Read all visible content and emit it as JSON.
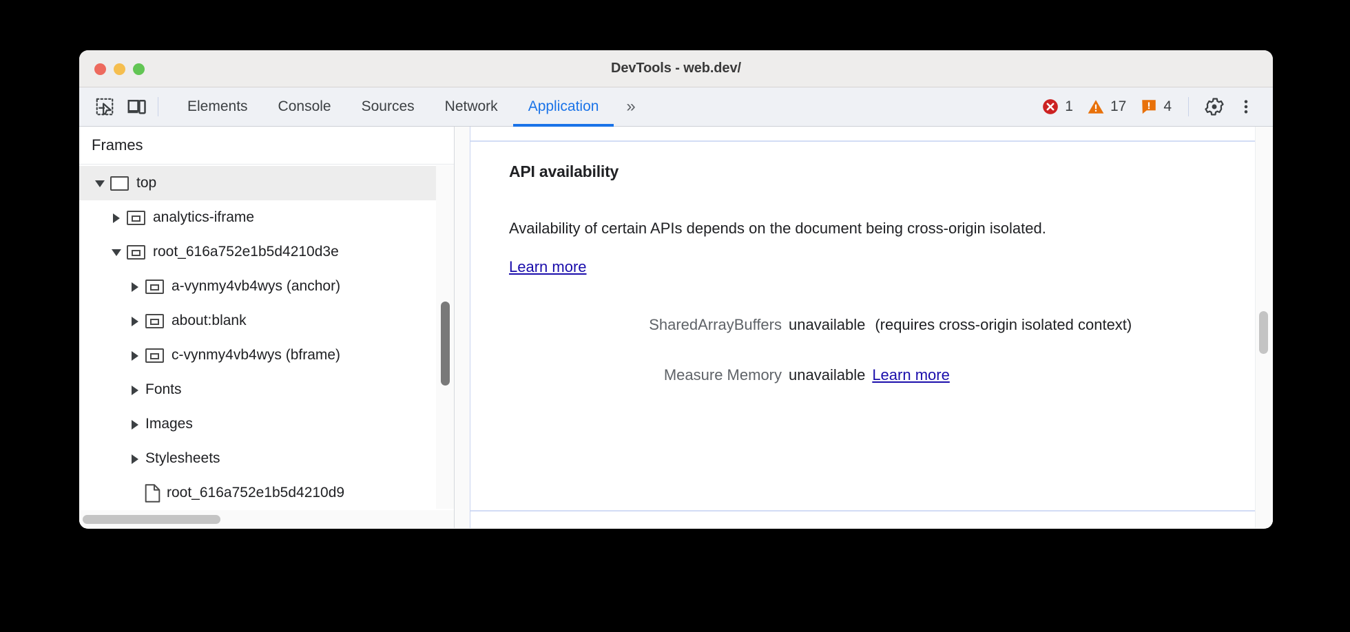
{
  "window": {
    "title": "DevTools - web.dev/",
    "traffic_lights": [
      {
        "name": "close",
        "color": "#ed6a5e"
      },
      {
        "name": "minimize",
        "color": "#f5be4f"
      },
      {
        "name": "zoom",
        "color": "#62c554"
      }
    ]
  },
  "toolbar": {
    "inspect_icon": "inspect-element-icon",
    "device_icon": "device-toolbar-icon",
    "tabs": [
      {
        "label": "Elements",
        "active": false
      },
      {
        "label": "Console",
        "active": false
      },
      {
        "label": "Sources",
        "active": false
      },
      {
        "label": "Network",
        "active": false
      },
      {
        "label": "Application",
        "active": true
      }
    ],
    "more_tabs_label": "»",
    "counters": [
      {
        "name": "errors",
        "icon": "error-icon",
        "count": "1",
        "color": "#cc2222"
      },
      {
        "name": "warnings",
        "icon": "warning-icon",
        "count": "17",
        "color": "#e8710a"
      },
      {
        "name": "issues",
        "icon": "issue-icon",
        "count": "4",
        "color": "#e8710a"
      }
    ],
    "settings_icon": "gear-icon",
    "menu_icon": "kebab-menu-icon",
    "accent_color": "#1a73e8"
  },
  "sidebar": {
    "header": "Frames",
    "tree": [
      {
        "label": "top",
        "depth": 0,
        "twisty": "open",
        "icon": "frame-icon",
        "selected": true
      },
      {
        "label": "analytics-iframe",
        "depth": 1,
        "twisty": "closed",
        "icon": "frame-child-icon",
        "selected": false
      },
      {
        "label": "root_616a752e1b5d4210d3e",
        "depth": 1,
        "twisty": "open",
        "icon": "frame-child-icon",
        "selected": false
      },
      {
        "label": "a-vynmy4vb4wys (anchor)",
        "depth": 2,
        "twisty": "closed",
        "icon": "frame-child-icon",
        "selected": false
      },
      {
        "label": "about:blank",
        "depth": 2,
        "twisty": "closed",
        "icon": "frame-child-icon",
        "selected": false
      },
      {
        "label": "c-vynmy4vb4wys (bframe)",
        "depth": 2,
        "twisty": "closed",
        "icon": "frame-child-icon",
        "selected": false
      },
      {
        "label": "Fonts",
        "depth": 2,
        "twisty": "closed",
        "icon": "none",
        "selected": false
      },
      {
        "label": "Images",
        "depth": 2,
        "twisty": "closed",
        "icon": "none",
        "selected": false
      },
      {
        "label": "Stylesheets",
        "depth": 2,
        "twisty": "closed",
        "icon": "none",
        "selected": false
      },
      {
        "label": "root_616a752e1b5d4210d9",
        "depth": 3,
        "twisty": "none",
        "icon": "document-icon",
        "selected": false
      }
    ]
  },
  "main": {
    "report_title": "API availability",
    "paragraph_text": "Availability of certain APIs depends on the document being cross-origin isolated. ",
    "paragraph_link": "Learn more",
    "rows": [
      {
        "key": "SharedArrayBuffers",
        "value": "unavailable",
        "note": "(requires cross-origin isolated context)",
        "link": ""
      },
      {
        "key": "Measure Memory",
        "value": "unavailable",
        "note": "",
        "link": "Learn more"
      }
    ]
  }
}
